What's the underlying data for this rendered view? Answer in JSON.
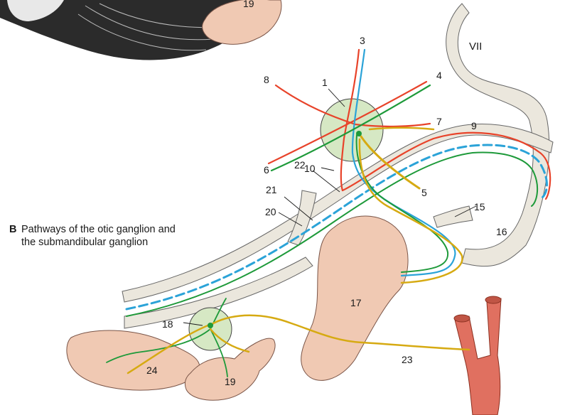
{
  "caption": {
    "letter": "B",
    "line1": "Pathways of the otic ganglion and",
    "line2": "the submandibular ganglion"
  },
  "labels": {
    "n1": "1",
    "n3": "3",
    "n4": "4",
    "n5": "5",
    "n6": "6",
    "n7": "7",
    "n8": "8",
    "n9": "9",
    "n10": "10",
    "n15": "15",
    "n16": "16",
    "n17": "17",
    "n18": "18",
    "n19_top": "19",
    "n19_bottom": "19",
    "n20": "20",
    "n21": "21",
    "n22": "22",
    "n23": "23",
    "n24": "24",
    "vii": "VII"
  },
  "colors": {
    "red_fiber": "#e8432a",
    "blue_fiber": "#2ba3d8",
    "green_fiber": "#1e9a3a",
    "yellow_fiber": "#d6aa12",
    "gland": "#f0c9b3",
    "ganglion": "#d6e8c4",
    "nerve_sheath": "#ebe7dd",
    "artery": "#e07060"
  }
}
